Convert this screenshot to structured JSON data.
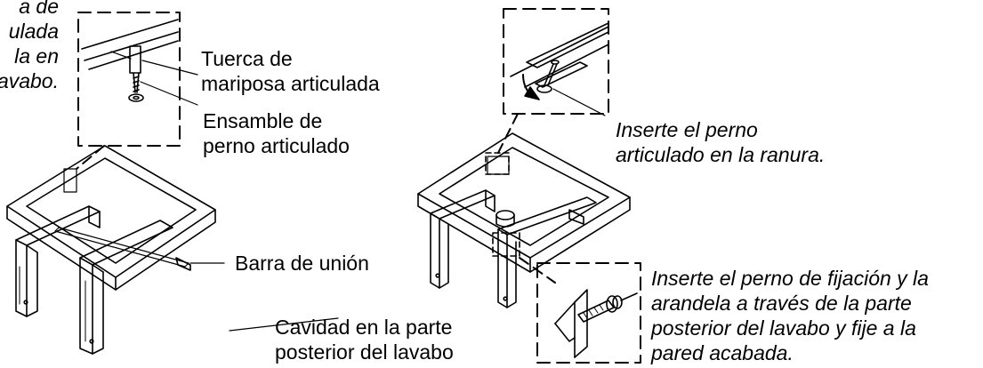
{
  "labels": {
    "cut_note": [
      "a de",
      "ulada",
      "la en",
      "avabo."
    ],
    "wing_nut": [
      "Tuerca de",
      "mariposa articulada"
    ],
    "bolt_assembly": [
      "Ensamble de",
      "perno articulado"
    ],
    "tie_bar": "Barra de unión",
    "cavity": [
      "Cavidad en la parte",
      "posterior del lavabo"
    ],
    "insert_slot": [
      "Inserte el perno",
      "articulado en la ranura."
    ],
    "insert_anchor": [
      "Inserte el perno de fijación y la",
      "arandela a través de la parte",
      "posterior del lavabo y fije a la",
      "pared acabada."
    ]
  },
  "colors": {
    "line": "#000000",
    "background": "#ffffff"
  }
}
